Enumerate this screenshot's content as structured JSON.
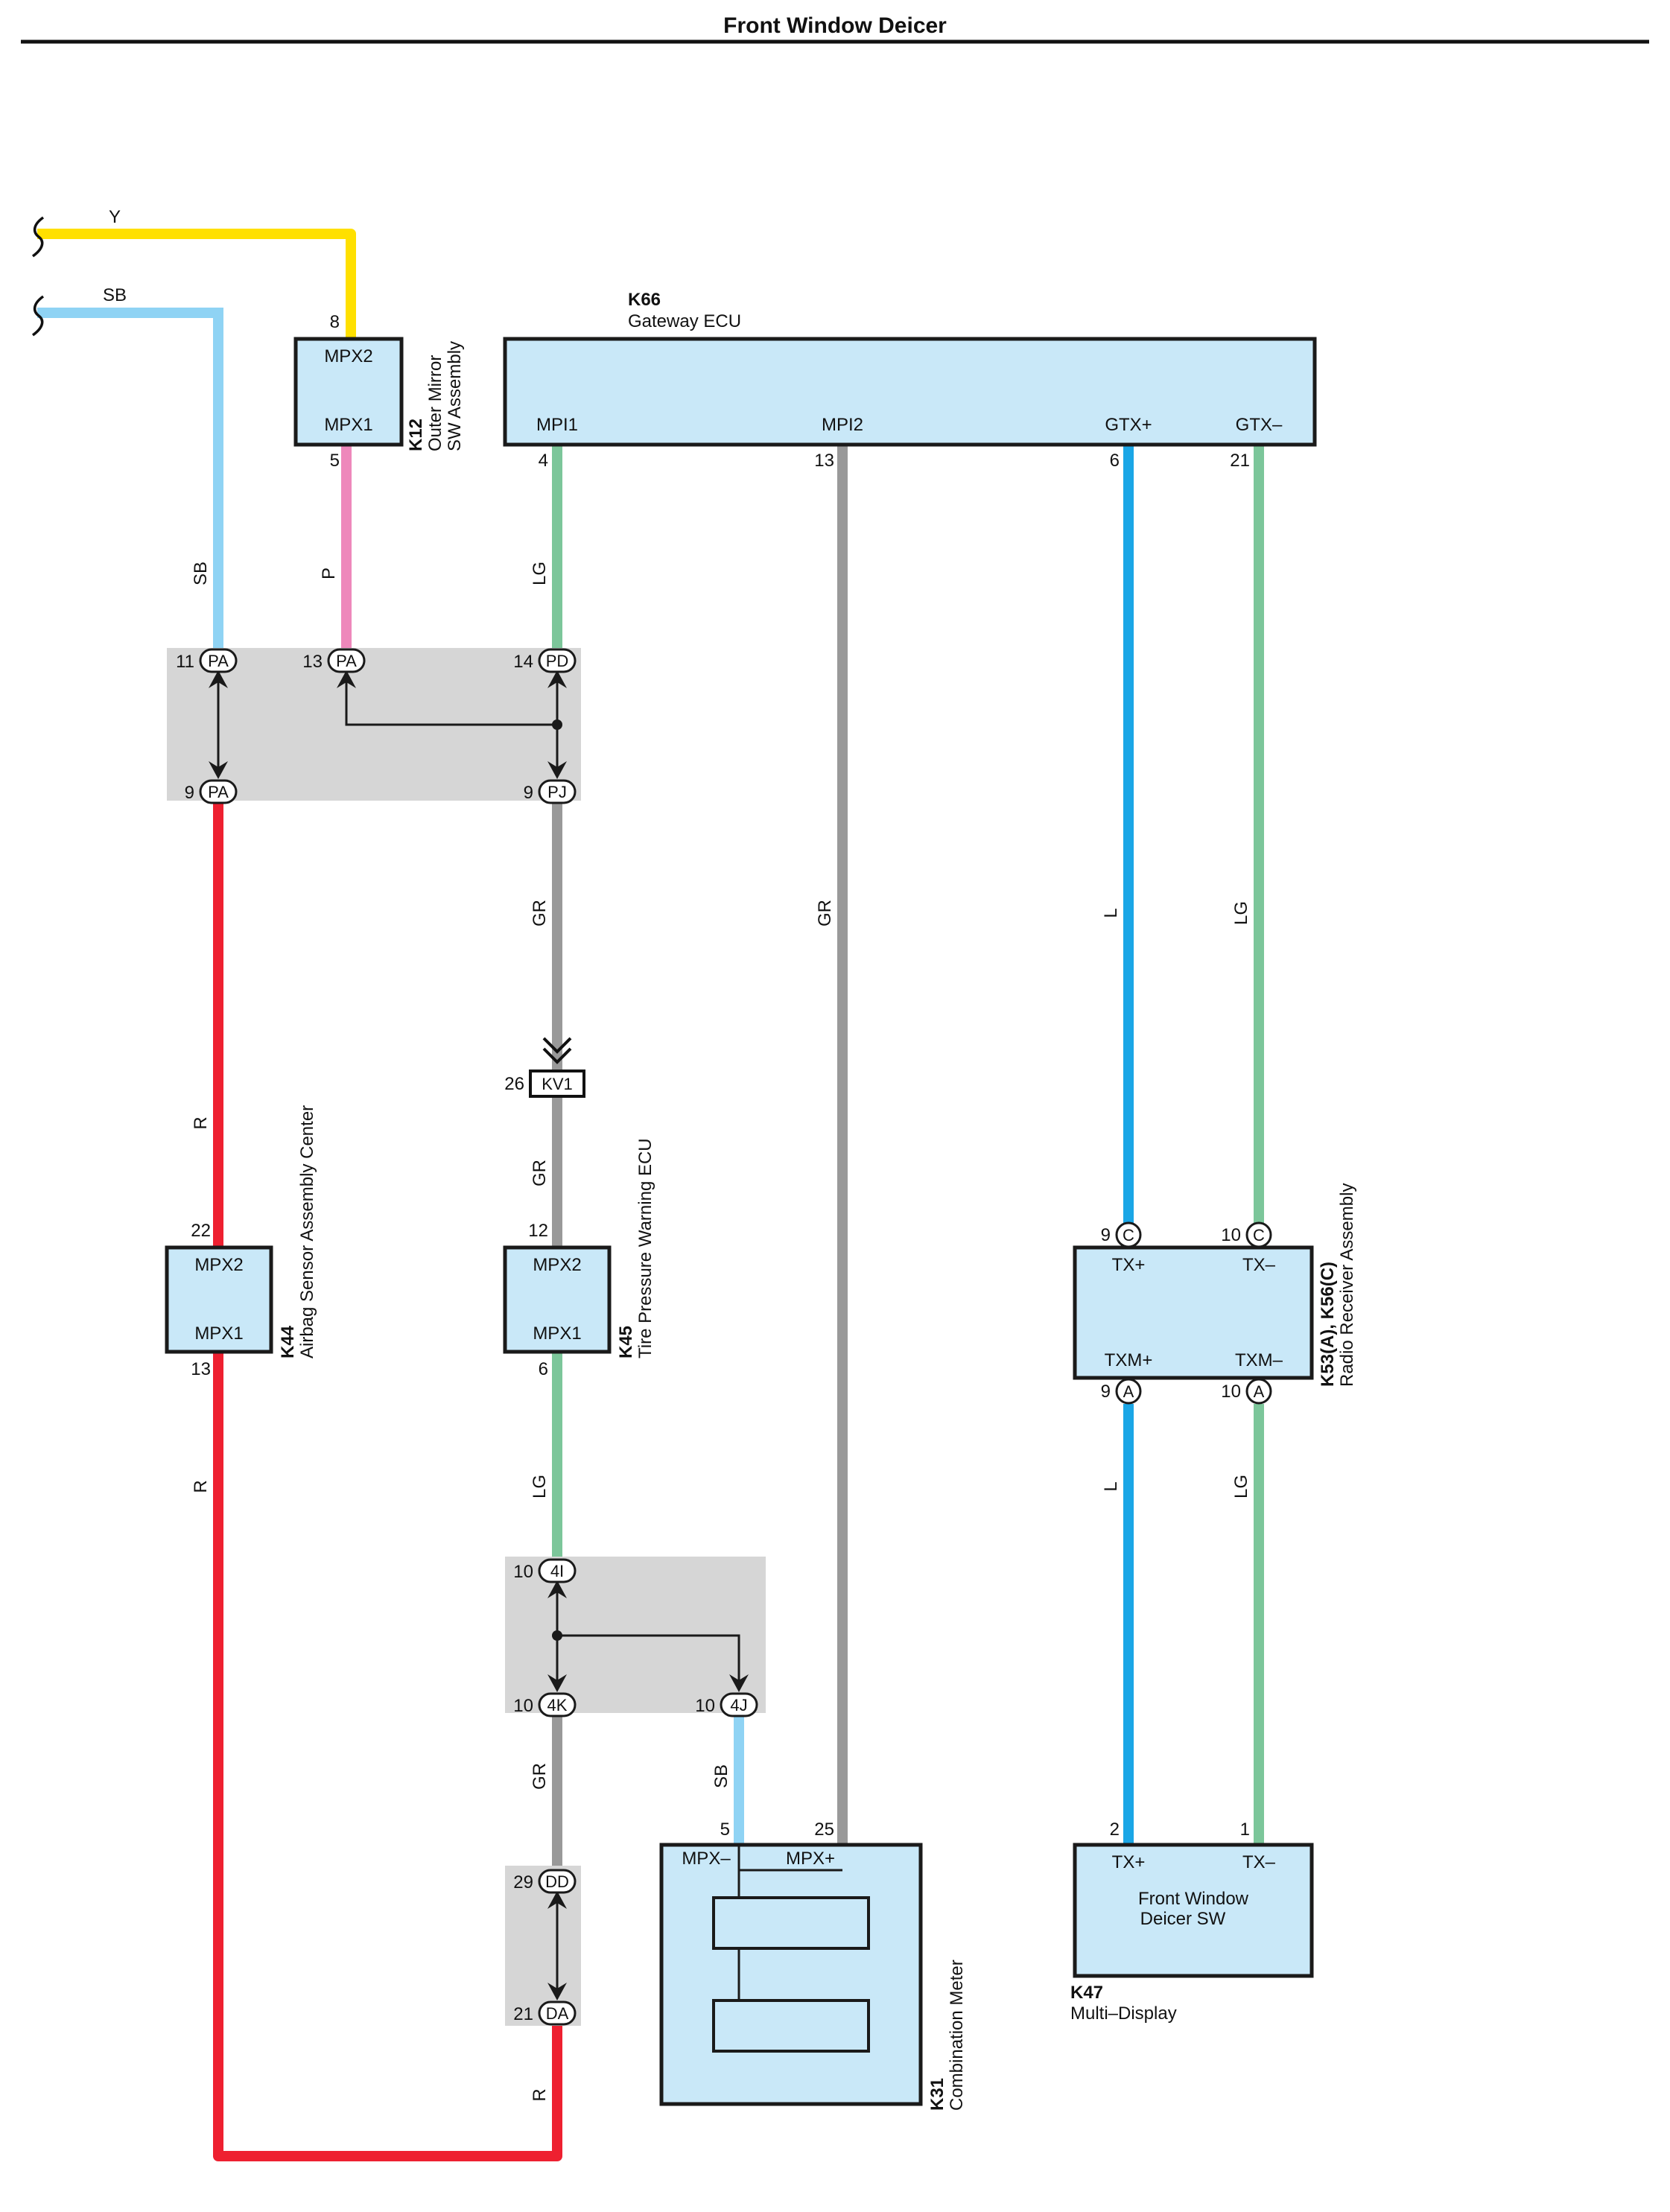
{
  "title": "Front Window Deicer",
  "colors": {
    "Y": "#ffe000",
    "SB": "#8fd3f4",
    "P": "#ee88bb",
    "LG": "#7cc69a",
    "GR": "#999999",
    "L": "#1aa6e6",
    "R": "#ee2030",
    "component_fill": "#c9e8f8",
    "junction_fill": "#d6d6d6"
  },
  "components": {
    "k66": {
      "code": "K66",
      "name": "Gateway ECU",
      "terminals": [
        "MPI1",
        "MPI2",
        "GTX+",
        "GTX–"
      ],
      "pins": [
        "4",
        "13",
        "6",
        "21"
      ]
    },
    "k12": {
      "code": "K12",
      "name_line1": "Outer Mirror",
      "name_line2": "SW Assembly",
      "terminals": [
        "MPX2",
        "MPX1"
      ],
      "pins": [
        "8",
        "5"
      ]
    },
    "k44": {
      "code": "K44",
      "name": "Airbag Sensor Assembly Center",
      "terminals": [
        "MPX2",
        "MPX1"
      ],
      "pins": [
        "22",
        "13"
      ]
    },
    "k45": {
      "code": "K45",
      "name": "Tire Pressure Warning ECU",
      "terminals": [
        "MPX2",
        "MPX1"
      ],
      "pins": [
        "12",
        "6"
      ]
    },
    "k53": {
      "code": "K53(A), K56(C)",
      "name": "Radio Receiver Assembly",
      "terminals": [
        "TX+",
        "TX–",
        "TXM+",
        "TXM–"
      ],
      "pins": [
        "9",
        "10",
        "9",
        "10"
      ],
      "connectors": [
        "C",
        "C",
        "A",
        "A"
      ]
    },
    "k31": {
      "code": "K31",
      "name": "Combination Meter",
      "terminals": [
        "MPX–",
        "MPX+"
      ],
      "pins": [
        "5",
        "25"
      ]
    },
    "k47": {
      "code": "K47",
      "name": "Multi–Display",
      "inner_line1": "Front Window",
      "inner_line2": "Deicer SW",
      "terminals": [
        "TX+",
        "TX–"
      ],
      "pins": [
        "2",
        "1"
      ]
    }
  },
  "junction1": {
    "connectors": [
      {
        "pin": "11",
        "label": "PA"
      },
      {
        "pin": "13",
        "label": "PA"
      },
      {
        "pin": "14",
        "label": "PD"
      },
      {
        "pin": "9",
        "label": "PA"
      },
      {
        "pin": "9",
        "label": "PJ"
      }
    ]
  },
  "kv1": {
    "pin": "26",
    "label": "KV1"
  },
  "junction2": {
    "connectors": [
      {
        "pin": "10",
        "label": "4I"
      },
      {
        "pin": "10",
        "label": "4K"
      },
      {
        "pin": "10",
        "label": "4J"
      }
    ]
  },
  "junction3": {
    "connectors": [
      {
        "pin": "29",
        "label": "DD"
      },
      {
        "pin": "21",
        "label": "DA"
      }
    ]
  },
  "wire_labels": {
    "y_top": "Y",
    "sb_top": "SB",
    "sb_v": "SB",
    "p_v": "P",
    "lg_mpi1": "LG",
    "gr_pj": "GR",
    "gr_kv1": "GR",
    "gr_mpi2": "GR",
    "l_gtx": "L",
    "lg_gtx": "LG",
    "r_top": "R",
    "r_bottom": "R",
    "lg_k45": "LG",
    "l_txm": "L",
    "lg_txm": "LG",
    "gr_4k": "GR",
    "sb_4j": "SB",
    "r_da": "R"
  }
}
